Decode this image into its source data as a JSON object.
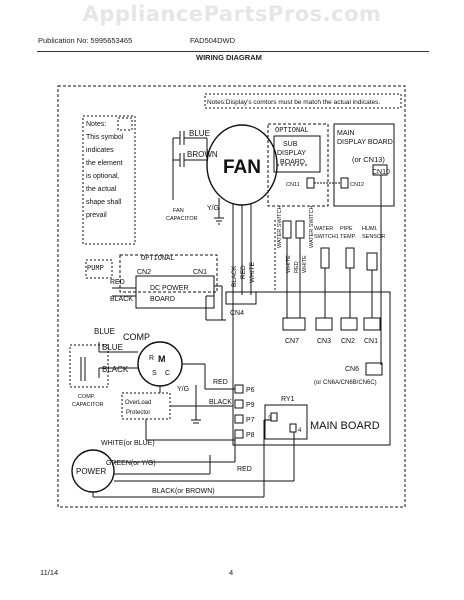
{
  "watermark": "AppliancePartsPros.com",
  "header": {
    "publication": "Publication No: 5995653465",
    "model": "FAD504DWD",
    "title": "WIRING DIAGRAM"
  },
  "note_top": "Notes:Display's comtors must be match the actual indicates.",
  "notes_box": [
    "Notes:",
    "This symbol",
    "indicates",
    "the element",
    "is optional,",
    "the actual",
    "shape shall",
    "prevail"
  ],
  "fan": {
    "label": "FAN",
    "blue": "BLUE",
    "brown": "BROWN",
    "capacitor": [
      "FAN",
      "CAPACITOR"
    ],
    "yg": "Y/G"
  },
  "optional_top": "OPTIONAL",
  "sub_display": {
    "lines": [
      "SUB",
      "DISPLAY",
      "BOARD"
    ],
    "connector": "CN11"
  },
  "main_display": {
    "lines": [
      "MAIN",
      "DISPLAY BOARD",
      "(or CN13)"
    ],
    "cn12": "CN12",
    "cn10": "CN10"
  },
  "sensors": {
    "water_switch": "WATER SWITCH",
    "water_switch_vertical": "WATER SWITCH",
    "water_switch1": [
      "WATER",
      "SWITCH1"
    ],
    "pipe_temp": [
      "PIPE",
      "TEMP."
    ],
    "humi": [
      "HUMI.",
      "SENSOR"
    ]
  },
  "wire_colors_vertical": {
    "black": "BLACK",
    "red": "RED",
    "white": "WHITE",
    "white2": "WHITE",
    "red2": "RED",
    "white3": "WHITE"
  },
  "optional_left": "OPTIONAL",
  "pump": {
    "label": "PUMP",
    "red": "RED",
    "black": "BLACK"
  },
  "dc_power": {
    "lines": [
      "DC POWER",
      "BOARD"
    ],
    "cn2": "CN2",
    "cn1": "CN1"
  },
  "comp": {
    "label": "COMP",
    "blue": "BLUE",
    "blue2": "BLUE",
    "black": "BLACK",
    "r": "R",
    "s": "S",
    "c": "C",
    "m": "M",
    "capacitor": [
      "COMP.",
      "CAPACITOR"
    ],
    "overload": [
      "OverLoad",
      "Protector"
    ],
    "yg": "Y/G"
  },
  "main_board": {
    "label": "MAIN BOARD",
    "connectors": [
      "CN4",
      "CN7",
      "CN3",
      "CN2",
      "CN1",
      "CN6"
    ],
    "cn6_note": "(or CN6A/CN6B/CN6C)",
    "ports": [
      "P6",
      "P9",
      "P7",
      "P8"
    ],
    "relay": "RY1",
    "relay_pins": [
      "3",
      "4"
    ],
    "wire_red": "RED",
    "wire_black": "BLACK"
  },
  "power": {
    "label": "POWER",
    "white_or_blue": "WHITE(or BLUE)",
    "green": "GREEN(or Y/G)",
    "red": "RED",
    "black": "BLACK(or BROWN)"
  },
  "footer": {
    "date": "11/14",
    "page": "4"
  }
}
